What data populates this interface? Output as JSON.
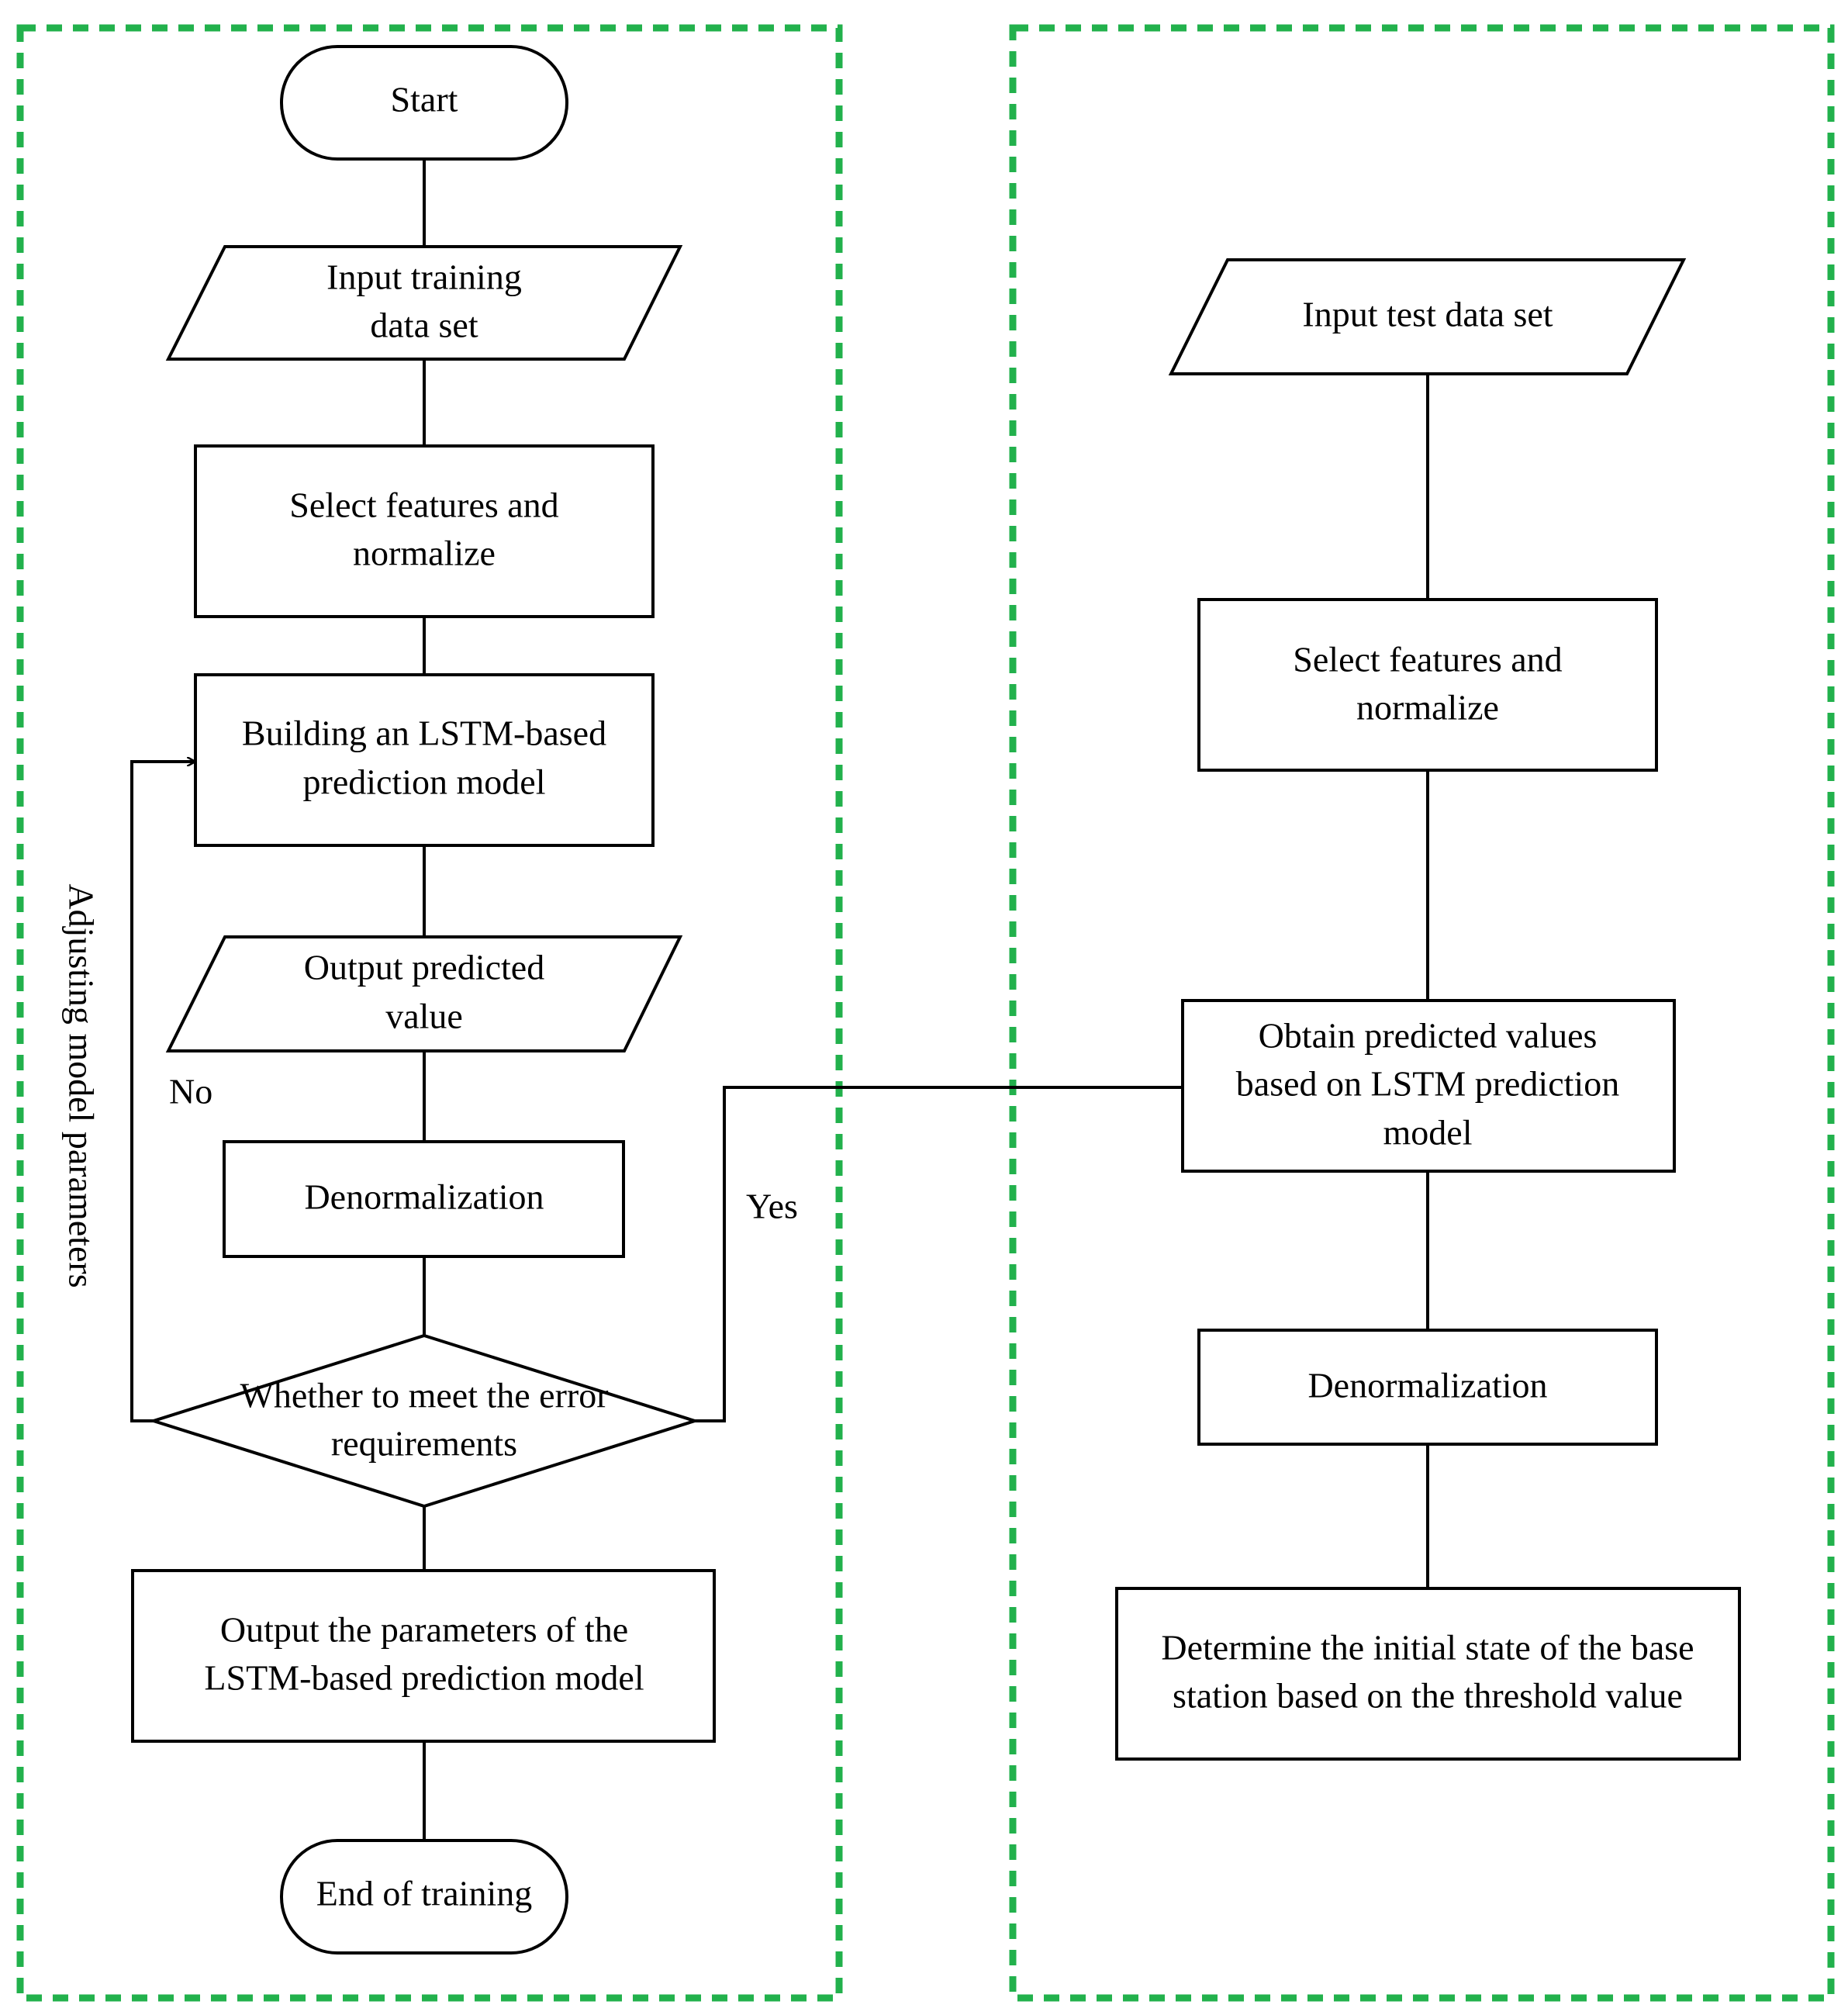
{
  "colors": {
    "frame": "#22b14c",
    "stroke": "#000000",
    "background": "#ffffff"
  },
  "training": {
    "start": "Start",
    "input": [
      "Input training",
      "data set"
    ],
    "select": [
      "Select features and",
      "normalize"
    ],
    "build": [
      "Building an LSTM-based",
      "prediction model"
    ],
    "output": [
      "Output predicted",
      "value"
    ],
    "denorm": "Denormalization",
    "decision": [
      "Whether to meet the error",
      "requirements"
    ],
    "params": [
      "Output the parameters of the",
      "LSTM-based prediction model"
    ],
    "end": "End of training",
    "loop_label": "Adjusting model parameters",
    "no_label": "No",
    "yes_label": "Yes"
  },
  "testing": {
    "input": "Input test data set",
    "select": [
      "Select features and",
      "normalize"
    ],
    "predict": [
      "Obtain predicted values",
      "based on LSTM prediction",
      "model"
    ],
    "denorm": "Denormalization",
    "determine": [
      "Determine the initial state of the base",
      "station based on the threshold value"
    ]
  }
}
